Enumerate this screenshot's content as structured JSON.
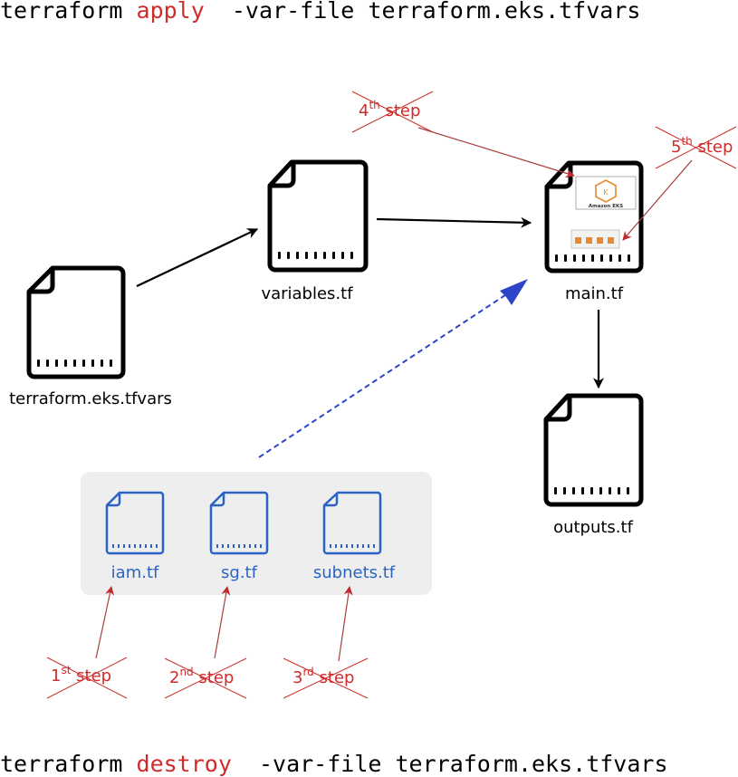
{
  "commands": {
    "apply": {
      "prefix": "terraform ",
      "verb": "apply",
      "suffix": "  -var-file terraform.eks.tfvars"
    },
    "destroy": {
      "prefix": "terraform ",
      "verb": "destroy",
      "suffix": "  -var-file terraform.eks.tfvars"
    }
  },
  "files": {
    "tfvars": "terraform.eks.tfvars",
    "variables": "variables.tf",
    "main": "main.tf",
    "outputs": "outputs.tf"
  },
  "modules": [
    {
      "label": "iam.tf"
    },
    {
      "label": "sg.tf"
    },
    {
      "label": "subnets.tf"
    }
  ],
  "steps": {
    "s1": {
      "num": "1",
      "sup": "st",
      "word": " step"
    },
    "s2": {
      "num": "2",
      "sup": "nd",
      "word": " step"
    },
    "s3": {
      "num": "3",
      "sup": "rd",
      "word": " step"
    },
    "s4": {
      "num": "4",
      "sup": "th",
      "word": " step"
    },
    "s5": {
      "num": "5",
      "sup": "th",
      "word": " step"
    }
  },
  "main_contents": {
    "eks_label": "Amazon EKS"
  },
  "colors": {
    "verb": "#d02b2b",
    "step": "#d02b2b",
    "module": "#2a63c3",
    "dashed": "#2d45c8",
    "panel": "#eeeeee",
    "eks_orange": "#e8892d"
  },
  "icons": {
    "file": "file-icon",
    "eks": "amazon-eks-icon"
  }
}
